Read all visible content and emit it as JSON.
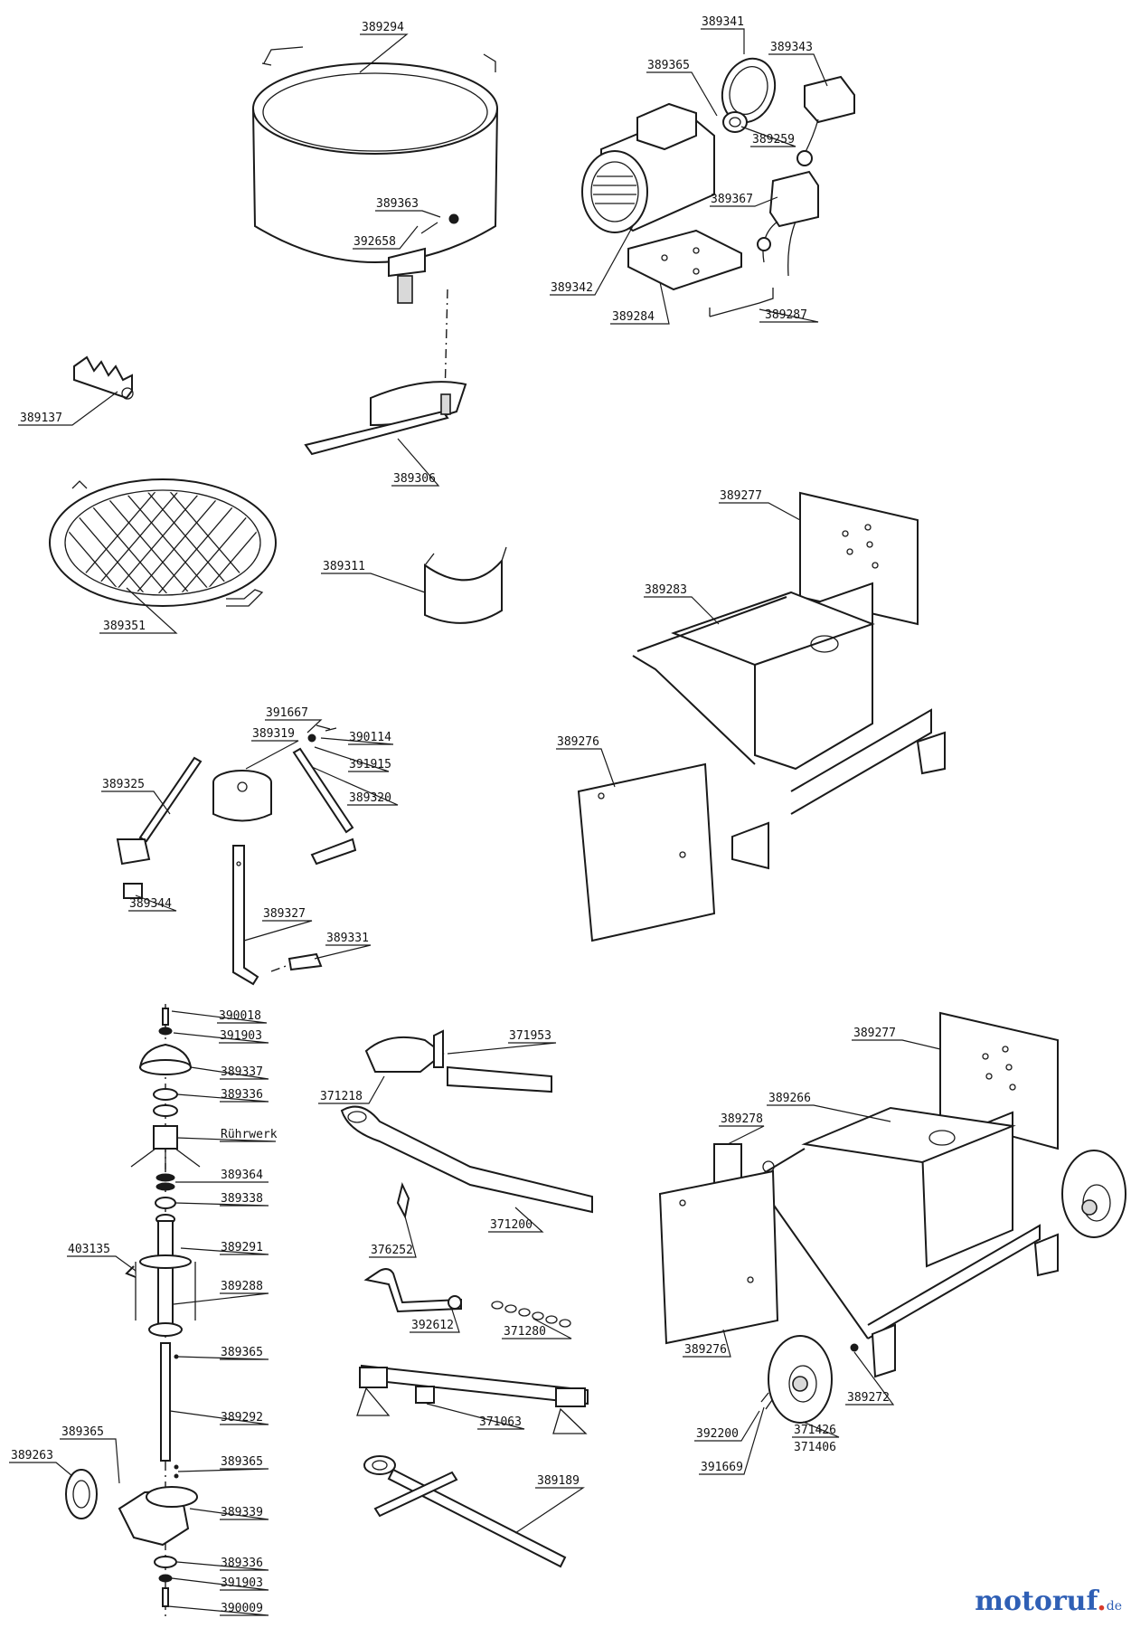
{
  "parts": [
    {
      "id": "389294",
      "label": "389294"
    },
    {
      "id": "389341",
      "label": "389341"
    },
    {
      "id": "389343",
      "label": "389343"
    },
    {
      "id": "389365a",
      "label": "389365"
    },
    {
      "id": "389259",
      "label": "389259"
    },
    {
      "id": "389367",
      "label": "389367"
    },
    {
      "id": "389342",
      "label": "389342"
    },
    {
      "id": "389284",
      "label": "389284"
    },
    {
      "id": "389287",
      "label": "389287"
    },
    {
      "id": "389363",
      "label": "389363"
    },
    {
      "id": "392658",
      "label": "392658"
    },
    {
      "id": "389137",
      "label": "389137"
    },
    {
      "id": "389306",
      "label": "389306"
    },
    {
      "id": "389351",
      "label": "389351"
    },
    {
      "id": "389311",
      "label": "389311"
    },
    {
      "id": "389277a",
      "label": "389277"
    },
    {
      "id": "389283",
      "label": "389283"
    },
    {
      "id": "389276a",
      "label": "389276"
    },
    {
      "id": "391667",
      "label": "391667"
    },
    {
      "id": "389319",
      "label": "389319"
    },
    {
      "id": "390114",
      "label": "390114"
    },
    {
      "id": "391915",
      "label": "391915"
    },
    {
      "id": "389325",
      "label": "389325"
    },
    {
      "id": "389320",
      "label": "389320"
    },
    {
      "id": "389344",
      "label": "389344"
    },
    {
      "id": "389327",
      "label": "389327"
    },
    {
      "id": "389331",
      "label": "389331"
    },
    {
      "id": "390018",
      "label": "390018"
    },
    {
      "id": "391903a",
      "label": "391903"
    },
    {
      "id": "389337",
      "label": "389337"
    },
    {
      "id": "389336a",
      "label": "389336"
    },
    {
      "id": "ruehrwerk",
      "label": "Rührwerk"
    },
    {
      "id": "389364",
      "label": "389364"
    },
    {
      "id": "389338",
      "label": "389338"
    },
    {
      "id": "403135",
      "label": "403135"
    },
    {
      "id": "389291",
      "label": "389291"
    },
    {
      "id": "389288",
      "label": "389288"
    },
    {
      "id": "389365b",
      "label": "389365"
    },
    {
      "id": "389292",
      "label": "389292"
    },
    {
      "id": "389365c",
      "label": "389365"
    },
    {
      "id": "389263",
      "label": "389263"
    },
    {
      "id": "389365d",
      "label": "389365"
    },
    {
      "id": "389339",
      "label": "389339"
    },
    {
      "id": "389336b",
      "label": "389336"
    },
    {
      "id": "391903b",
      "label": "391903"
    },
    {
      "id": "390009",
      "label": "390009"
    },
    {
      "id": "371953",
      "label": "371953"
    },
    {
      "id": "371218",
      "label": "371218"
    },
    {
      "id": "371200",
      "label": "371200"
    },
    {
      "id": "376252",
      "label": "376252"
    },
    {
      "id": "392612",
      "label": "392612"
    },
    {
      "id": "371280",
      "label": "371280"
    },
    {
      "id": "371063",
      "label": "371063"
    },
    {
      "id": "389189",
      "label": "389189"
    },
    {
      "id": "389277b",
      "label": "389277"
    },
    {
      "id": "389266",
      "label": "389266"
    },
    {
      "id": "389278",
      "label": "389278"
    },
    {
      "id": "389276b",
      "label": "389276"
    },
    {
      "id": "389272",
      "label": "389272"
    },
    {
      "id": "392200",
      "label": "392200"
    },
    {
      "id": "371426",
      "label": "371426"
    },
    {
      "id": "371406",
      "label": "371406"
    },
    {
      "id": "391669",
      "label": "391669"
    }
  ],
  "watermark": {
    "brand": "motoruf",
    "dot": ".",
    "tld": "de"
  }
}
